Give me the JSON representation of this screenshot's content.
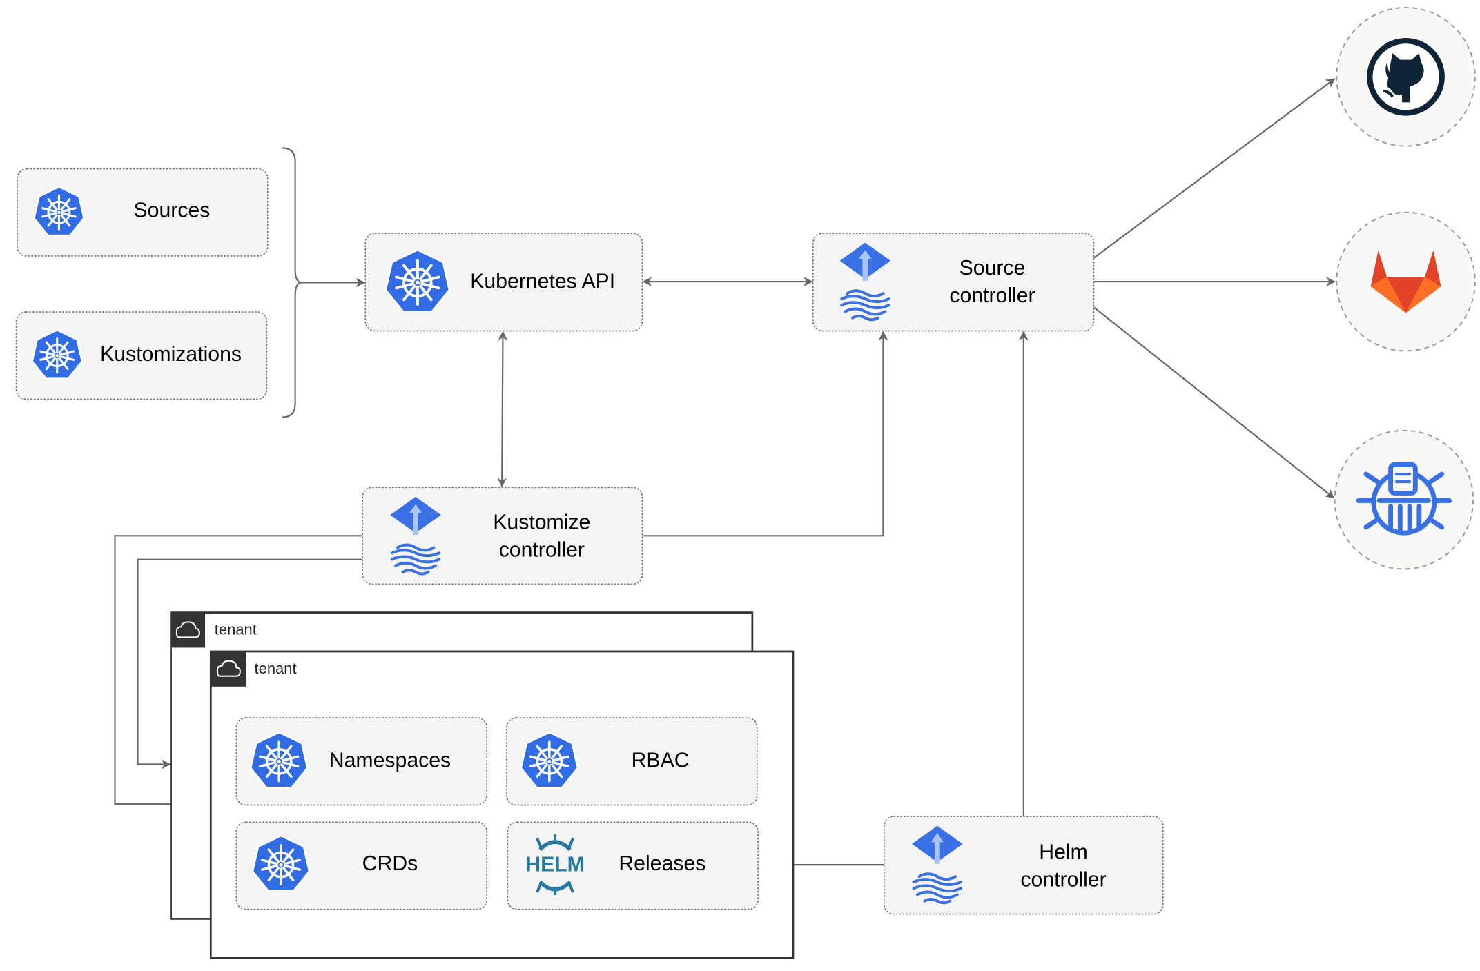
{
  "nodes": {
    "sources": "Sources",
    "kustomizations": "Kustomizations",
    "kubernetes_api": "Kubernetes API",
    "source_controller": [
      "Source",
      "controller"
    ],
    "kustomize_controller": [
      "Kustomize",
      "controller"
    ],
    "helm_controller": [
      "Helm",
      "controller"
    ],
    "namespaces": "Namespaces",
    "rbac": "RBAC",
    "crds": "CRDs",
    "releases": "Releases",
    "helm_logo_text": "HELM"
  },
  "tenants": [
    "tenant",
    "tenant"
  ],
  "external_sources": [
    {
      "icon": "github-icon"
    },
    {
      "icon": "gitlab-icon"
    },
    {
      "icon": "bucket-icon"
    }
  ],
  "colors": {
    "k8s_blue": "#326ce5",
    "flux_blue": "#3970e4",
    "helm_teal": "#277a9f",
    "gitlab_orange": "#e24329",
    "github_dark": "#0f2537",
    "tenant_header": "#333333"
  }
}
